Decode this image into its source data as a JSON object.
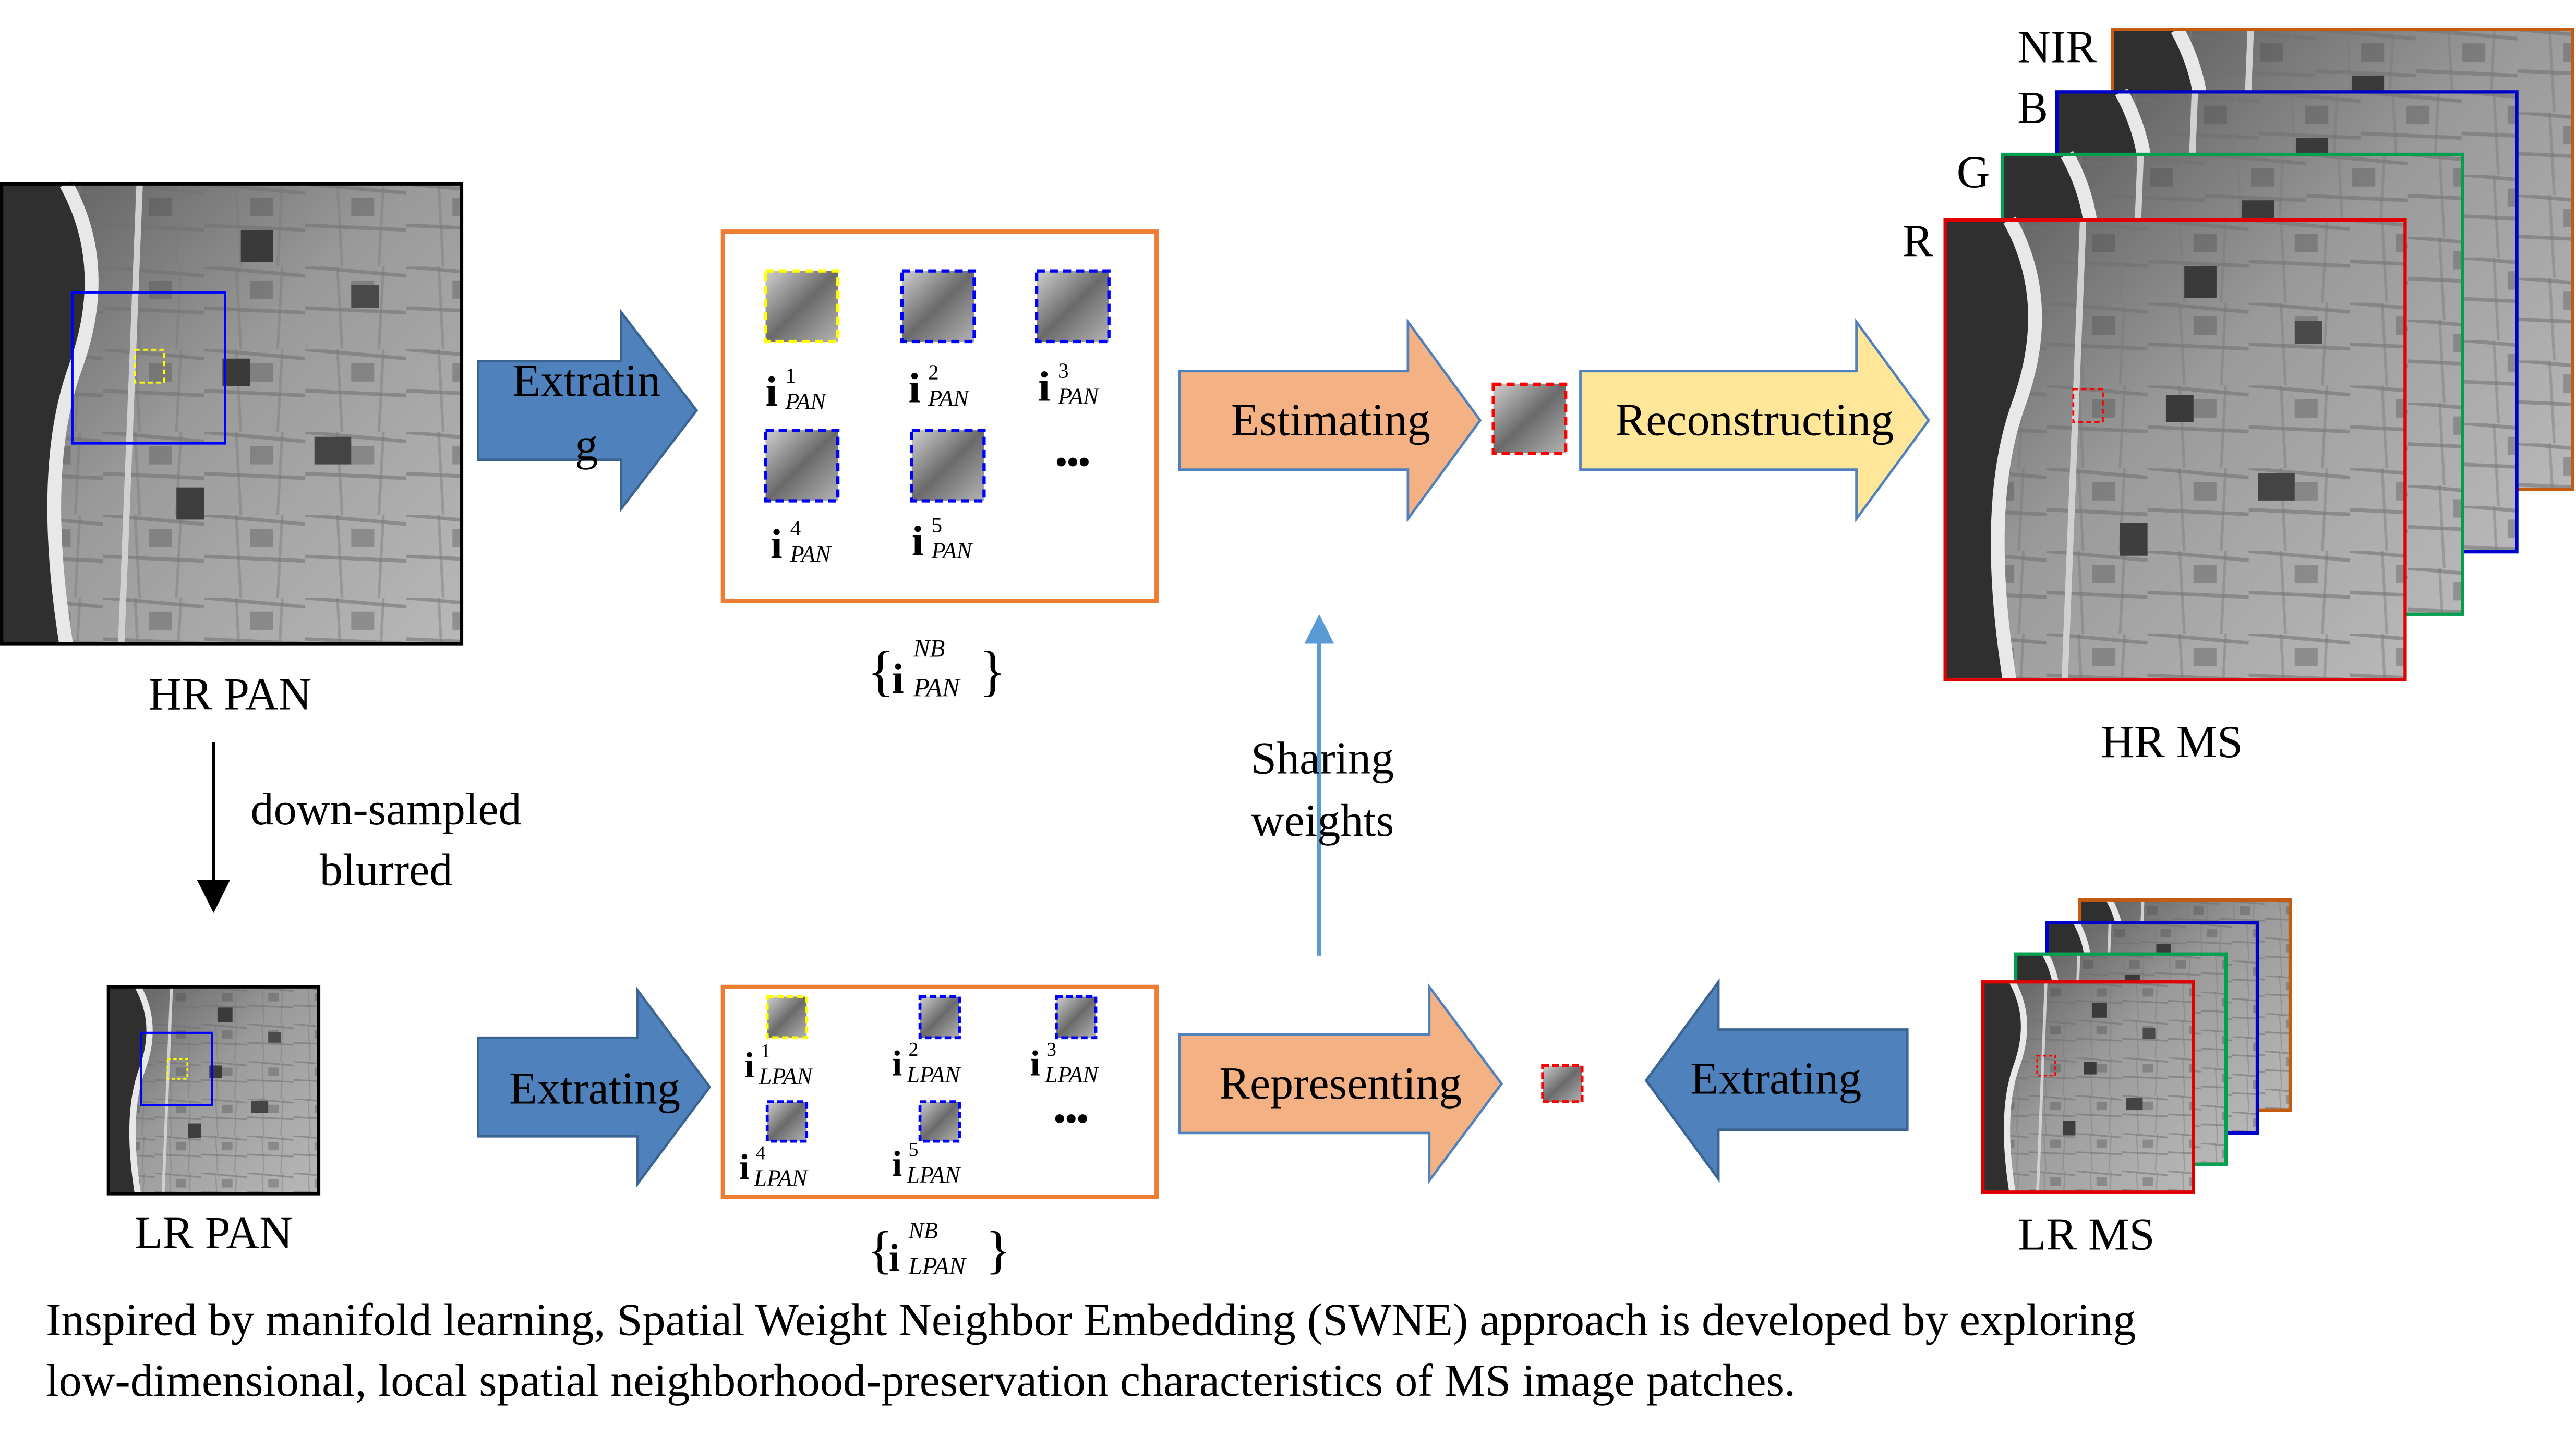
{
  "arrows": {
    "extract_top": "Extratin",
    "extract_top_cont": "g",
    "estimating": "Estimating",
    "reconstructing": "Reconstructing",
    "extract_bottom_left": "Extrating",
    "representing": "Representing",
    "extract_bottom_right": "Extrating"
  },
  "labels": {
    "hr_pan": "HR PAN",
    "lr_pan": "LR PAN",
    "hr_ms": "HR MS",
    "lr_ms": "LR MS",
    "down_1": "down-sampled",
    "down_2": "blurred",
    "share_1": "Sharing",
    "share_2": "weights"
  },
  "bands": {
    "nir": "NIR",
    "b": "B",
    "g": "G",
    "r": "R"
  },
  "hr_patches": [
    {
      "base": "i",
      "sup": "1",
      "sub": "PAN"
    },
    {
      "base": "i",
      "sup": "2",
      "sub": "PAN"
    },
    {
      "base": "i",
      "sup": "3",
      "sub": "PAN"
    },
    {
      "base": "i",
      "sup": "4",
      "sub": "PAN"
    },
    {
      "base": "i",
      "sup": "5",
      "sub": "PAN"
    }
  ],
  "lr_patches": [
    {
      "base": "i",
      "sup": "1",
      "sub": "LPAN"
    },
    {
      "base": "i",
      "sup": "2",
      "sub": "LPAN"
    },
    {
      "base": "i",
      "sup": "3",
      "sub": "LPAN"
    },
    {
      "base": "i",
      "sup": "4",
      "sub": "LPAN"
    },
    {
      "base": "i",
      "sup": "5",
      "sub": "LPAN"
    }
  ],
  "ellipsis": "•••",
  "sets": {
    "hr": {
      "base": "i",
      "sup": "NB",
      "sub": "PAN"
    },
    "lr": {
      "base": "i",
      "sup": "NB",
      "sub": "LPAN"
    }
  },
  "caption": {
    "line1": "Inspired by manifold learning,  Spatial Weight Neighbor Embedding (SWNE) approach is developed by exploring",
    "line2": "low-dimensional, local spatial neighborhood-preservation characteristics of MS image patches."
  },
  "colors": {
    "blue_arrow": "#4f81bd",
    "orange_arrow": "#f4b183",
    "yellow_arrow": "#ffe699",
    "box_orange": "#ed7d31",
    "dash_yellow": "#ffff00",
    "dash_blue": "#0000ff",
    "dash_red": "#ff0000",
    "band_nir": "#c55a11",
    "band_b": "#0000cc",
    "band_g": "#00a050",
    "band_r": "#e00000",
    "share_arrow": "#5b9bd5"
  }
}
